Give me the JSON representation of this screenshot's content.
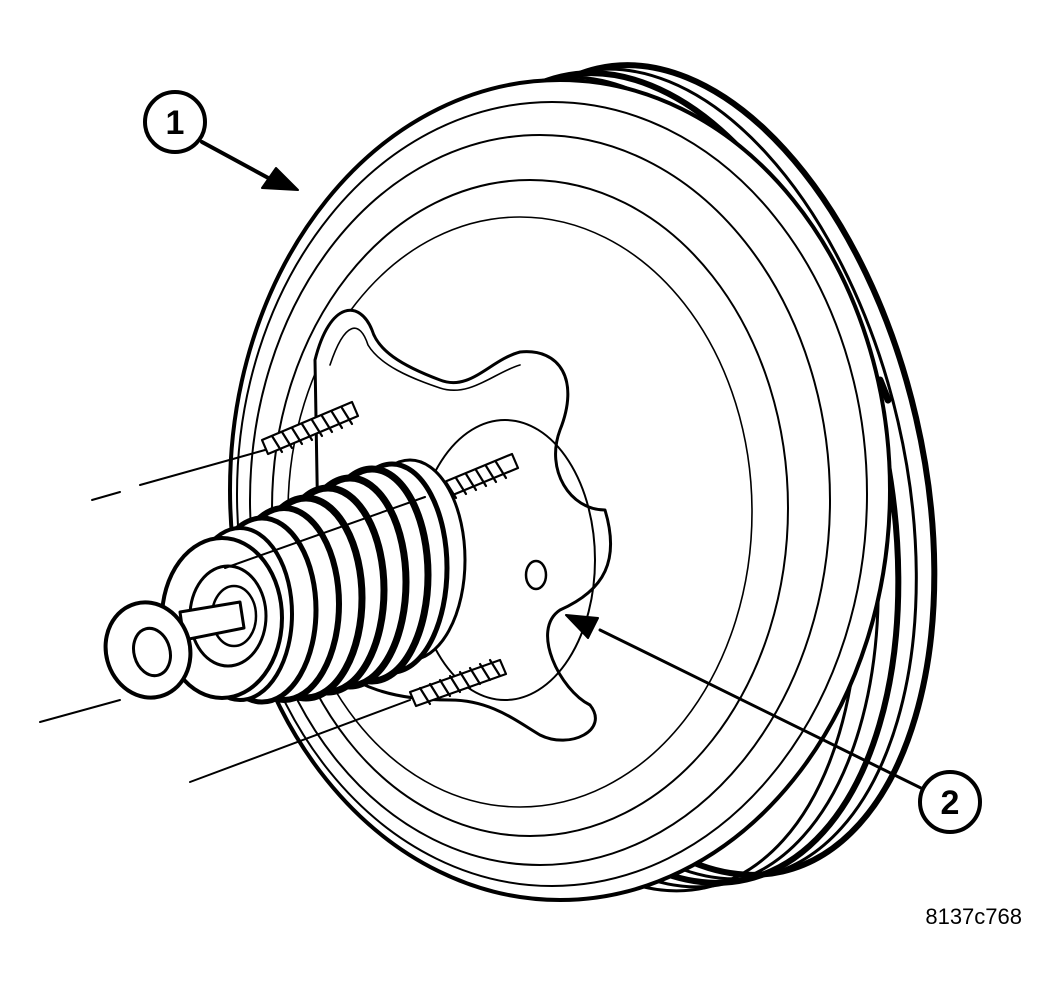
{
  "callouts": [
    {
      "id": "callout-1",
      "label": "1"
    },
    {
      "id": "callout-2",
      "label": "2"
    }
  ],
  "figure_id": "8137c768",
  "icons": [
    "brake-booster-shell-icon",
    "mounting-stud-icon",
    "pushrod-clevis-icon",
    "boot-bellows-icon"
  ]
}
